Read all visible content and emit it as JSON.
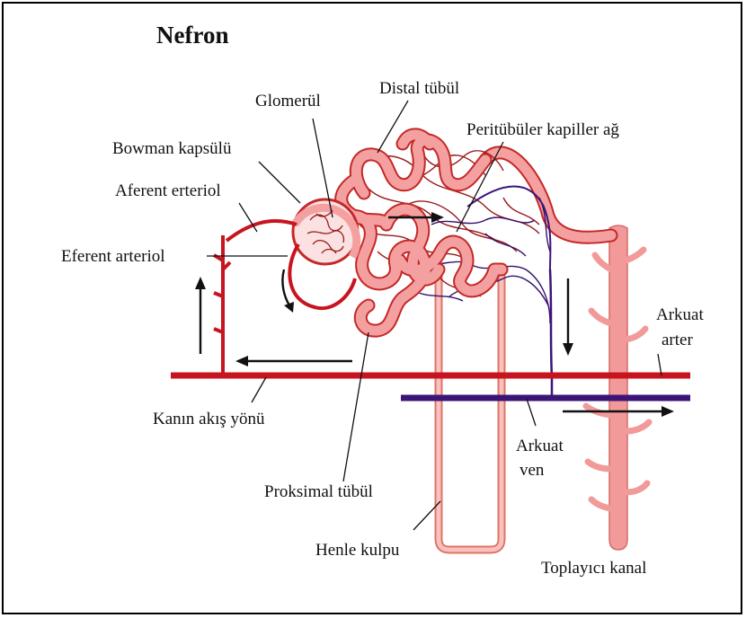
{
  "title": "Nefron",
  "labels": {
    "distal_tubule": "Distal tübül",
    "glomerulus": "Glomerül",
    "peritubular": "Peritübüler kapiller ağ",
    "bowman": "Bowman kapsülü",
    "afferent": "Aferent erteriol",
    "efferent": "Eferent arteriol",
    "arcuate_artery_1": "Arkuat",
    "arcuate_artery_2": "arter",
    "blood_flow": "Kanın akış yönü",
    "arcuate_vein_1": "Arkuat",
    "arcuate_vein_2": "ven",
    "proximal_tubule": "Proksimal tübül",
    "henle_loop": "Henle kulpu",
    "collecting_duct": "Toplayıcı kanal"
  },
  "colors": {
    "artery": "#c8141e",
    "vein": "#3c1478",
    "tubule_fill": "#f5a0a0",
    "tubule_edge": "#c42828",
    "capillary_red": "#9a1a1a",
    "capillary_blue": "#35106e",
    "duct_fill": "#f29a9a",
    "henle": "#e0736a"
  }
}
